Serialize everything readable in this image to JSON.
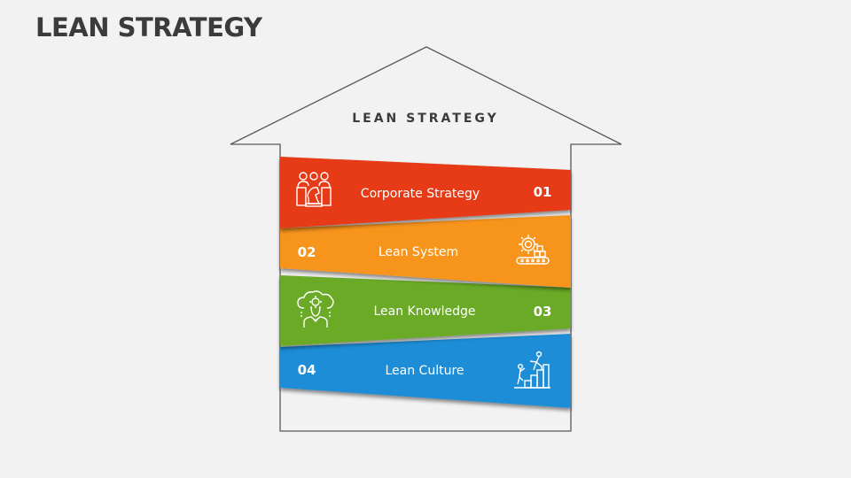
{
  "slide": {
    "title": "LEAN STRATEGY"
  },
  "house": {
    "label": "LEAN STRATEGY",
    "outline_color": "#595959"
  },
  "items": [
    {
      "number": "01",
      "label": "Corporate Strategy",
      "color": "#e63a16",
      "icon": "team-chess-knight-icon"
    },
    {
      "number": "02",
      "label": "Lean System",
      "color": "#f7941d",
      "icon": "gear-conveyor-icon"
    },
    {
      "number": "03",
      "label": "Lean Knowledge",
      "color": "#6aaa28",
      "icon": "cloud-gear-person-icon"
    },
    {
      "number": "04",
      "label": "Lean Culture",
      "color": "#1b8dd6",
      "icon": "people-climbing-steps-icon"
    }
  ]
}
